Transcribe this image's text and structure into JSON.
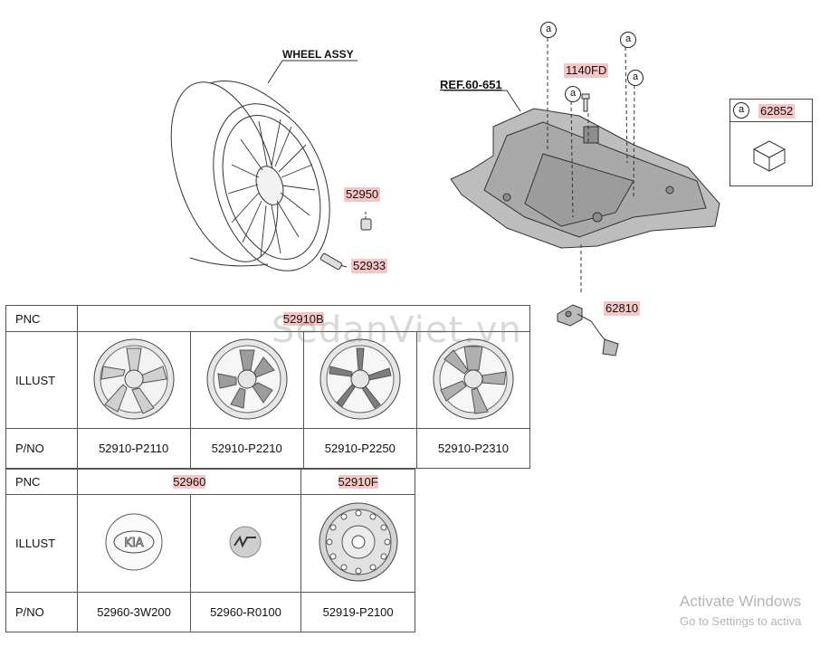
{
  "diagram": {
    "wheel_assy_label": "WHEEL ASSY",
    "ref_label": "REF.60-651",
    "callouts": {
      "p52950": "52950",
      "p52933": "52933",
      "p1140fd": "1140FD",
      "p62810": "62810",
      "p62852": "62852"
    },
    "marker": "a"
  },
  "table1": {
    "pnc_label": "PNC",
    "pnc_value": "52910B",
    "illust_label": "ILLUST",
    "pno_label": "P/NO",
    "parts": [
      "52910-P2110",
      "52910-P2210",
      "52910-P2250",
      "52910-P2310"
    ]
  },
  "table2": {
    "pnc_label": "PNC",
    "pnc_a": "52960",
    "pnc_b": "52910F",
    "illust_label": "ILLUST",
    "pno_label": "P/NO",
    "parts": [
      "52960-3W200",
      "52960-R0100",
      "52919-P2100"
    ],
    "emblem_text": "KIA"
  },
  "watermark": "SedanViet.vn",
  "activation": {
    "title": "Activate Windows",
    "subtitle": "Go to Settings to activa"
  }
}
